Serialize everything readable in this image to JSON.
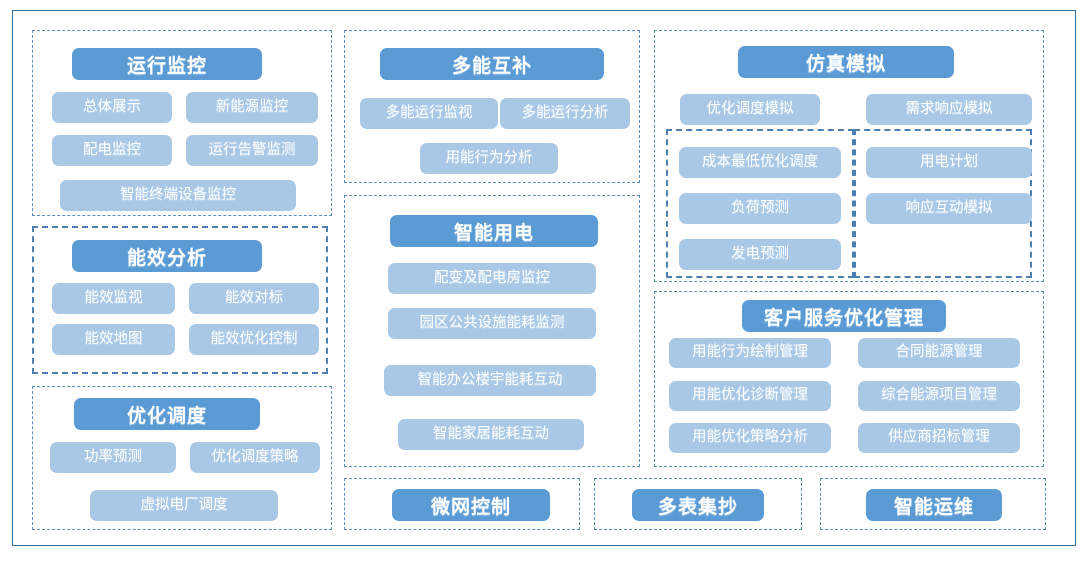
{
  "diagram": {
    "title_text": "",
    "colors": {
      "header_blue": "#5B9BD5",
      "item_blue": "#A8C8E6",
      "border_dashed": "#5B8DBE",
      "border_dashed_thick": "#4A7FB0",
      "frame": "#3B6FA0",
      "text_white": "#FFFFFF"
    },
    "sections": [
      {
        "id": "operation-monitoring",
        "header": "运行监控",
        "items": [
          "总体展示",
          "新能源监控",
          "配电监控",
          "运行告警监测",
          "智能终端设备监控"
        ]
      },
      {
        "id": "energy-efficiency-analysis",
        "header": "能效分析",
        "items": [
          "能效监视",
          "能效对标",
          "能效地图",
          "能效优化控制"
        ]
      },
      {
        "id": "optimized-dispatch",
        "header": "优化调度",
        "items": [
          "功率预测",
          "优化调度策略",
          "虚拟电厂调度"
        ]
      },
      {
        "id": "multi-energy-complementary",
        "header": "多能互补",
        "items": [
          "多能运行监视",
          "多能运行分析",
          "用能行为分析"
        ]
      },
      {
        "id": "smart-electricity-use",
        "header": "智能用电",
        "items": [
          "配变及配电房监控",
          "园区公共设施能耗监测",
          "智能办公楼宇能耗互动",
          "智能家居能耗互动"
        ]
      },
      {
        "id": "simulation",
        "header": "仿真模拟",
        "items": [
          "优化调度模拟",
          "需求响应模拟"
        ],
        "subsections": [
          {
            "id": "simulation-dispatch-group",
            "items": [
              "成本最低优化调度",
              "负荷预测",
              "发电预测"
            ]
          },
          {
            "id": "simulation-demand-group",
            "items": [
              "用电计划",
              "响应互动模拟"
            ]
          }
        ]
      },
      {
        "id": "customer-service-optimization",
        "header": "客户服务优化管理",
        "items": [
          "用能行为绘制管理",
          "合同能源管理",
          "用能优化诊断管理",
          "综合能源项目管理",
          "用能优化策略分析",
          "供应商招标管理"
        ]
      },
      {
        "id": "microgrid-control",
        "header": "微网控制",
        "items": []
      },
      {
        "id": "multi-meter-reading",
        "header": "多表集抄",
        "items": []
      },
      {
        "id": "smart-operation-maintenance",
        "header": "智能运维",
        "items": []
      }
    ]
  }
}
